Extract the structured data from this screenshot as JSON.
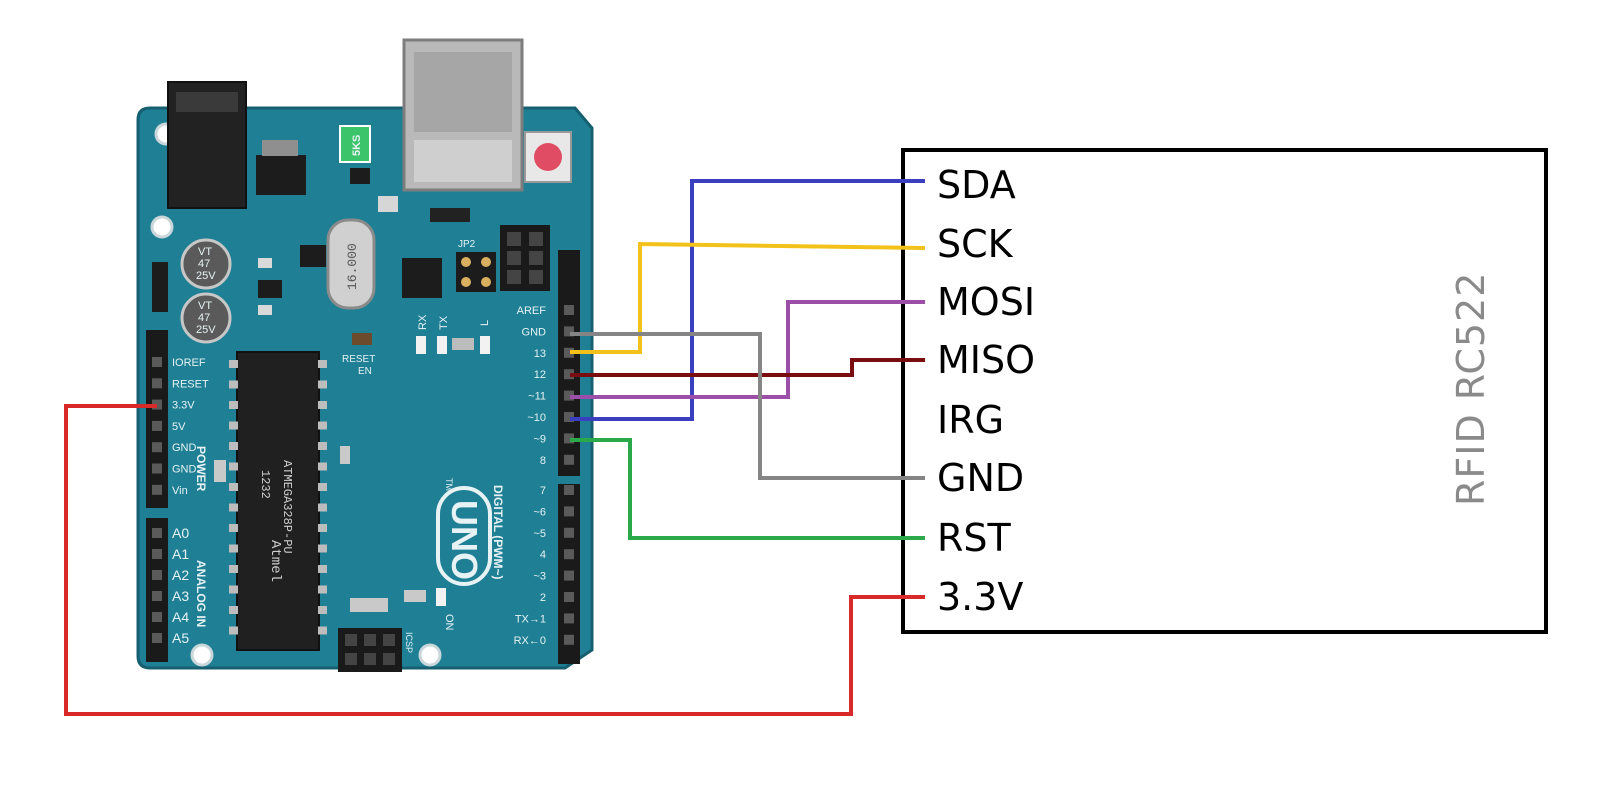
{
  "arduino": {
    "board_logo": "UNO",
    "tm": "TM",
    "chip_brand": "Atmel",
    "chip_code": "1232",
    "chip_model": "ATMEGA328P-PU",
    "crystal": "16.000",
    "fuse": "5KS",
    "jumper": "JP2",
    "reset_label": "RESET",
    "reset_en": "EN",
    "icsp": "ICSP",
    "led_rx": "RX",
    "led_tx": "TX",
    "led_l": "L",
    "led_on": "ON",
    "cap_label": [
      "VT",
      "47",
      "25V"
    ],
    "power_title": "POWER",
    "analog_title": "ANALOG IN",
    "digital_title": "DIGITAL (PWM~)",
    "power_pins": [
      "IOREF",
      "RESET",
      "3.3V",
      "5V",
      "GND",
      "GND",
      "Vin"
    ],
    "analog_pins": [
      "A0",
      "A1",
      "A2",
      "A3",
      "A4",
      "A5"
    ],
    "digital_top": [
      "AREF",
      "GND",
      "13",
      "12",
      "~11",
      "~10",
      "~9",
      "8"
    ],
    "digital_bottom": [
      "7",
      "~6",
      "~5",
      "4",
      "~3",
      "2",
      "TX→1",
      "RX←0"
    ]
  },
  "rfid": {
    "title": "RFID RC522",
    "pins": [
      "SDA",
      "SCK",
      "MOSI",
      "MISO",
      "IRG",
      "GND",
      "RST",
      "3.3V"
    ]
  },
  "wire_colors": {
    "sda": "#3a3fbf",
    "sck": "#f2c21b",
    "mosi": "#9b4fa8",
    "miso": "#7a0d10",
    "gnd": "#858585",
    "rst": "#2aa84a",
    "v33": "#d92a2a"
  },
  "board_color": "#1f7f95"
}
